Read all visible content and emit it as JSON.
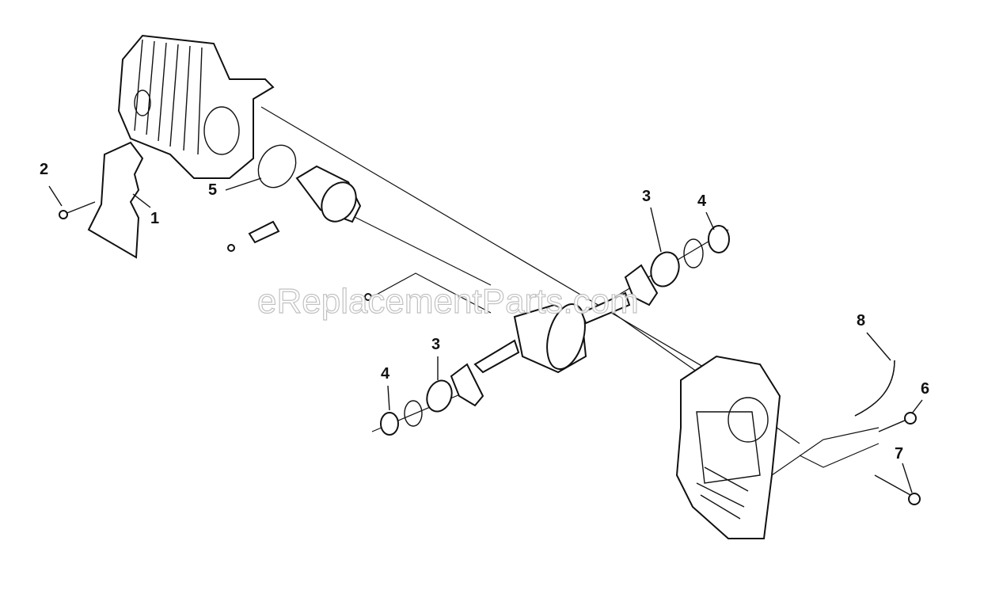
{
  "diagram": {
    "watermark": "eReplacementParts.com",
    "callouts": [
      {
        "id": "c2",
        "label": "2"
      },
      {
        "id": "c1",
        "label": "1"
      },
      {
        "id": "c5",
        "label": "5"
      },
      {
        "id": "c3a",
        "label": "3"
      },
      {
        "id": "c4a",
        "label": "4"
      },
      {
        "id": "c3b",
        "label": "3"
      },
      {
        "id": "c4b",
        "label": "4"
      },
      {
        "id": "c8",
        "label": "8"
      },
      {
        "id": "c6",
        "label": "6"
      },
      {
        "id": "c7",
        "label": "7"
      }
    ]
  }
}
